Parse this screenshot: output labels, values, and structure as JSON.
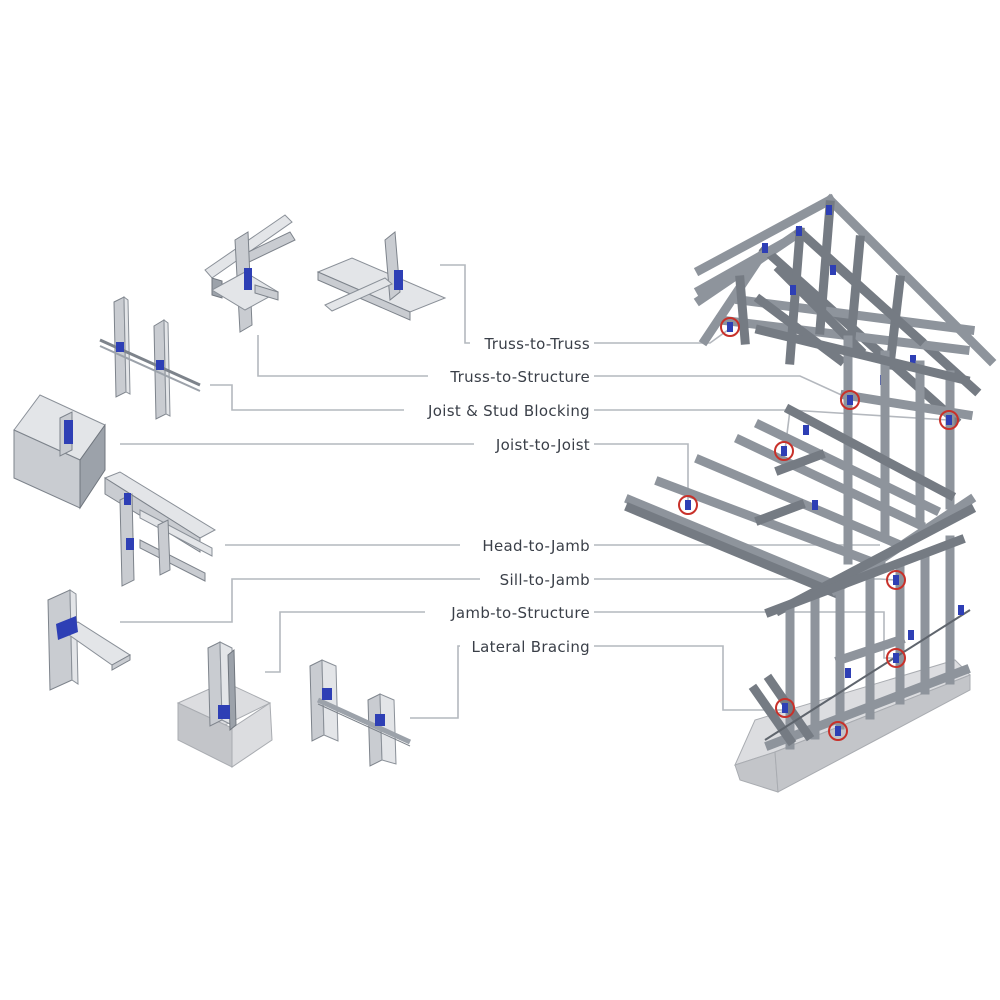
{
  "labels": [
    {
      "id": "truss-to-truss",
      "text": "Truss-to-Truss"
    },
    {
      "id": "truss-to-structure",
      "text": "Truss-to-Structure"
    },
    {
      "id": "joist-stud-blocking",
      "text": "Joist & Stud Blocking"
    },
    {
      "id": "joist-to-joist",
      "text": "Joist-to-Joist"
    },
    {
      "id": "head-to-jamb",
      "text": "Head-to-Jamb"
    },
    {
      "id": "sill-to-jamb",
      "text": "Sill-to-Jamb"
    },
    {
      "id": "jamb-to-structure",
      "text": "Jamb-to-Structure"
    },
    {
      "id": "lateral-bracing",
      "text": "Lateral Bracing"
    }
  ],
  "colors": {
    "clip": "#2e3fb5",
    "callout_circle": "#c8312a",
    "leader_line": "#b4b8be",
    "label_text": "#3a3f48"
  }
}
